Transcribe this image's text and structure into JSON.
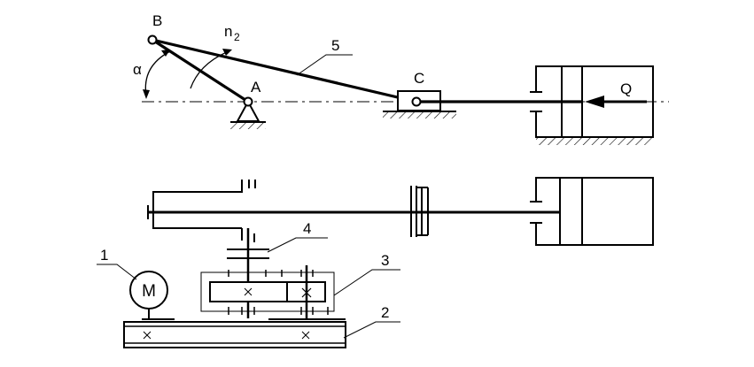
{
  "labels": {
    "point_a": "A",
    "point_b": "B",
    "point_c": "C",
    "angle_alpha": "α",
    "speed_n": "n",
    "speed_n_sub": "2",
    "force_q": "Q",
    "motor_symbol": "M",
    "part_1": "1",
    "part_2": "2",
    "part_3": "3",
    "part_4": "4",
    "part_5": "5"
  },
  "colors": {
    "ink": "#000000",
    "background": "#ffffff"
  }
}
